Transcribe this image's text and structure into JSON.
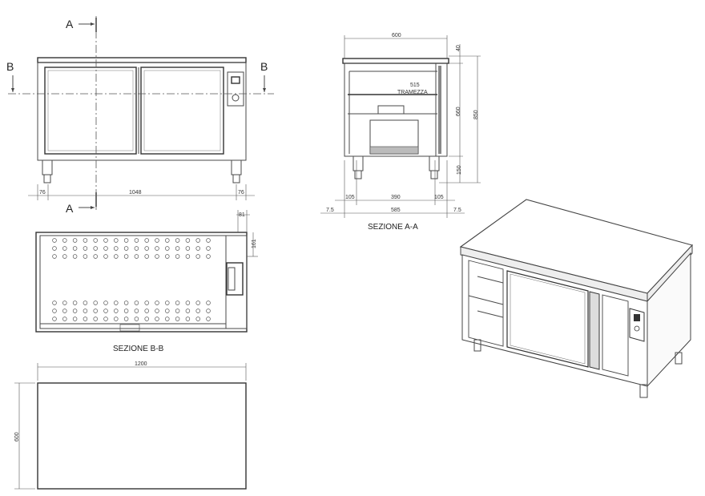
{
  "front_view": {
    "section_mark_a": "A",
    "section_mark_b": "B",
    "dim_left": "76",
    "dim_width": "1048",
    "dim_right": "76"
  },
  "section_aa": {
    "title": "SEZIONE A-A",
    "dim_top_width": "600",
    "dim_top_thickness": "40",
    "dim_inner_height": "660",
    "dim_total_height": "850",
    "dim_leg_height": "150",
    "label_width": "515",
    "label_part": "TRAMEZZA",
    "dim_bottom_left": "105",
    "dim_bottom_mid": "390",
    "dim_bottom_right": "105",
    "dim_side_left": "7.5",
    "dim_base": "585",
    "dim_side_right": "7.5"
  },
  "section_bb": {
    "title": "SEZIONE B-B",
    "dim_a": "81",
    "dim_b": "161"
  },
  "top_view": {
    "dim_width": "1200",
    "dim_depth": "600"
  }
}
